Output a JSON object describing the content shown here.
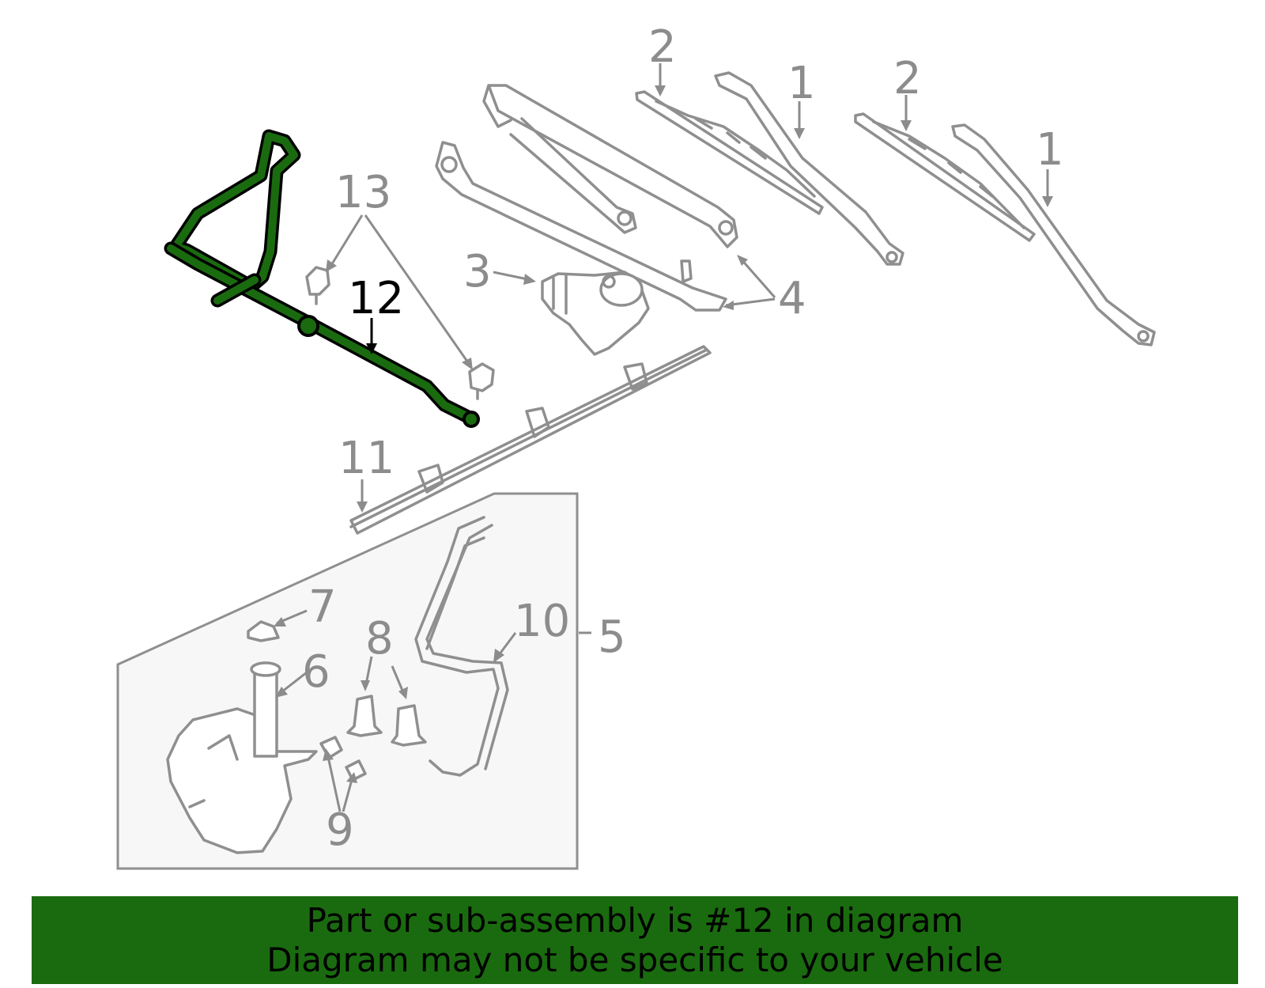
{
  "diagram": {
    "callouts": {
      "c1a": "1",
      "c1b": "1",
      "c2a": "2",
      "c2b": "2",
      "c3": "3",
      "c4": "4",
      "c5": "5",
      "c6": "6",
      "c7": "7",
      "c8": "8",
      "c9": "9",
      "c10": "10",
      "c11": "11",
      "c12": "12",
      "c13": "13"
    },
    "highlight_color": "#1a6b0f",
    "callout_color": "#8c8c8c",
    "line_color": "#8f8f8f",
    "inset_fill": "#f7f7f7"
  },
  "banner": {
    "line1": "Part or sub-assembly is #12 in diagram",
    "line2": "Diagram may not be specific to your vehicle",
    "background": "#1a6b0f"
  }
}
